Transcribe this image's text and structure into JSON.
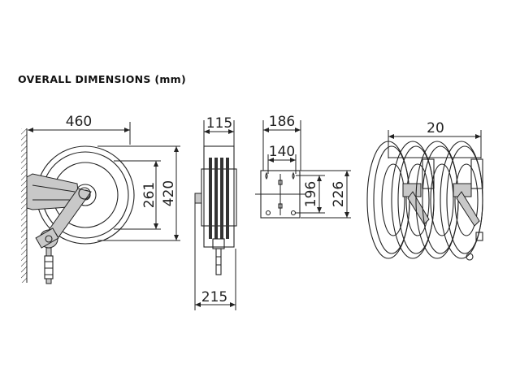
{
  "heading": "OVERALL DIMENSIONS (mm)",
  "views": {
    "side": {
      "width": "460",
      "inner_height": "261",
      "outer_height": "420"
    },
    "front": {
      "reel_width": "115",
      "base_width": "215"
    },
    "bracket": {
      "width": "186",
      "hole_spacing_h": "140",
      "hole_spacing_v": "196",
      "height": "226"
    },
    "multi": {
      "spacing": "20"
    }
  },
  "colors": {
    "line": "#222222",
    "body_fill": "#c8c8c8"
  }
}
